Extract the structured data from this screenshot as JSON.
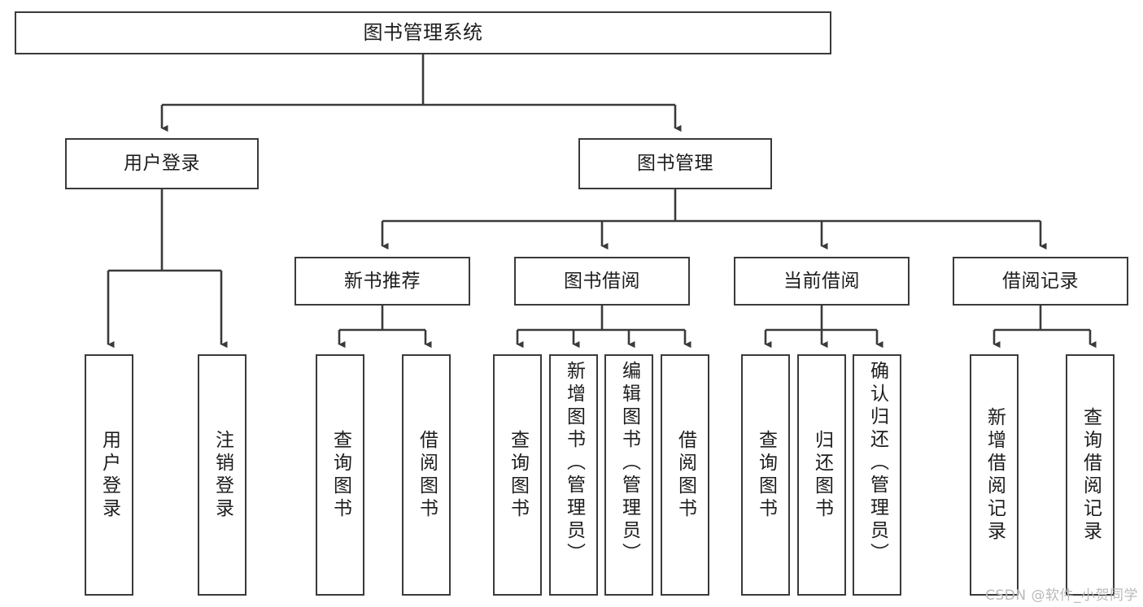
{
  "diagram": {
    "title": "图书管理系统",
    "type": "tree-hierarchy",
    "orientation": "top-down",
    "colors": {
      "node_border": "#3a3a3a",
      "node_fill": "#ffffff",
      "edge": "#3a3a3a",
      "text": "#1d1d1d",
      "watermark": "#b9b9b9",
      "background": "#ffffff"
    }
  },
  "watermark": {
    "text": "CSDN @软件_小贺同学"
  },
  "nodes": {
    "root": {
      "label": "图书管理系统"
    },
    "level2": [
      {
        "id": "user-login",
        "label": "用户登录"
      },
      {
        "id": "book-management",
        "label": "图书管理"
      }
    ],
    "level3": [
      {
        "id": "new-book-recommend",
        "label": "新书推荐"
      },
      {
        "id": "book-borrow",
        "label": "图书借阅"
      },
      {
        "id": "current-borrow",
        "label": "当前借阅"
      },
      {
        "id": "borrow-record",
        "label": "借阅记录"
      }
    ],
    "leaves": {
      "user_login": [
        {
          "id": "leaf-user-login",
          "label": "用户登录"
        },
        {
          "id": "leaf-logout-login",
          "label": "注销登录"
        }
      ],
      "new_book_recommend": [
        {
          "id": "leaf-query-book-1",
          "label": "查询图书"
        },
        {
          "id": "leaf-borrow-book-1",
          "label": "借阅图书"
        }
      ],
      "book_borrow": [
        {
          "id": "leaf-query-book-2",
          "label": "查询图书"
        },
        {
          "id": "leaf-add-book-admin",
          "label": "新增图书（管理员）"
        },
        {
          "id": "leaf-edit-book-admin",
          "label": "编辑图书（管理员）"
        },
        {
          "id": "leaf-borrow-book-2",
          "label": "借阅图书"
        }
      ],
      "current_borrow": [
        {
          "id": "leaf-query-book-3",
          "label": "查询图书"
        },
        {
          "id": "leaf-return-book",
          "label": "归还图书"
        },
        {
          "id": "leaf-confirm-return-admin",
          "label": "确认归还（管理员）"
        }
      ],
      "borrow_record": [
        {
          "id": "leaf-add-borrow-record",
          "label": "新增借阅记录"
        },
        {
          "id": "leaf-query-borrow-record",
          "label": "查询借阅记录"
        }
      ]
    }
  }
}
